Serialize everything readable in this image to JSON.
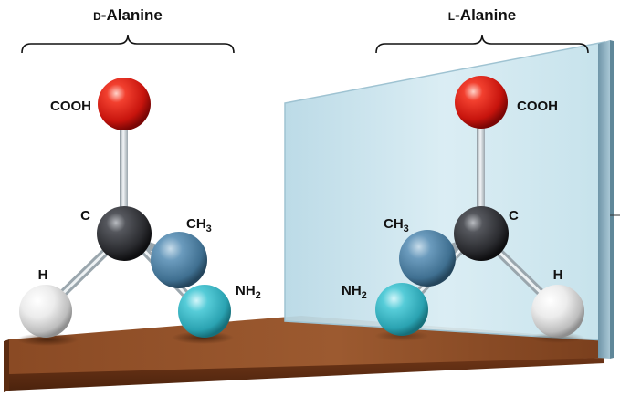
{
  "left_molecule": {
    "title_prefix": "D",
    "title_main": "-Alanine",
    "cooh": "COOH",
    "carbon": "C",
    "methyl_main": "CH",
    "methyl_sub": "3",
    "hydrogen": "H",
    "amine_main": "NH",
    "amine_sub": "2"
  },
  "right_molecule": {
    "title_prefix": "L",
    "title_main": "-Alanine",
    "cooh": "COOH",
    "carbon": "C",
    "methyl_main": "CH",
    "methyl_sub": "3",
    "hydrogen": "H",
    "amine_main": "NH",
    "amine_sub": "2"
  },
  "colors": {
    "oxygen_red": "#e0231b",
    "carbon_black": "#2e2f33",
    "methyl_blue": "#4f85a8",
    "amine_cyan": "#3fbac8",
    "hydrogen_white": "#e9e9e9",
    "bond_gray": "#c9cfd3",
    "table_brown": "#8a4b26",
    "mirror_blue": "#cfe6ef"
  }
}
